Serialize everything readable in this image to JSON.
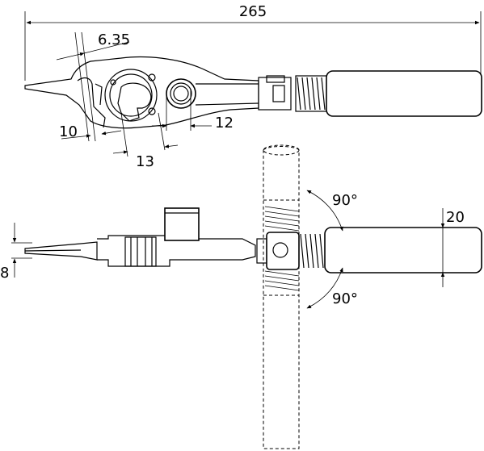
{
  "dimensions": {
    "overall_length": "265",
    "hex_bit_size": "6.35",
    "open_end_left": "10",
    "jaw_opening": "13",
    "ratchet_socket": "12",
    "thickness": "8",
    "handle_diameter": "20",
    "rotation_up": "90°",
    "rotation_down": "90°"
  }
}
